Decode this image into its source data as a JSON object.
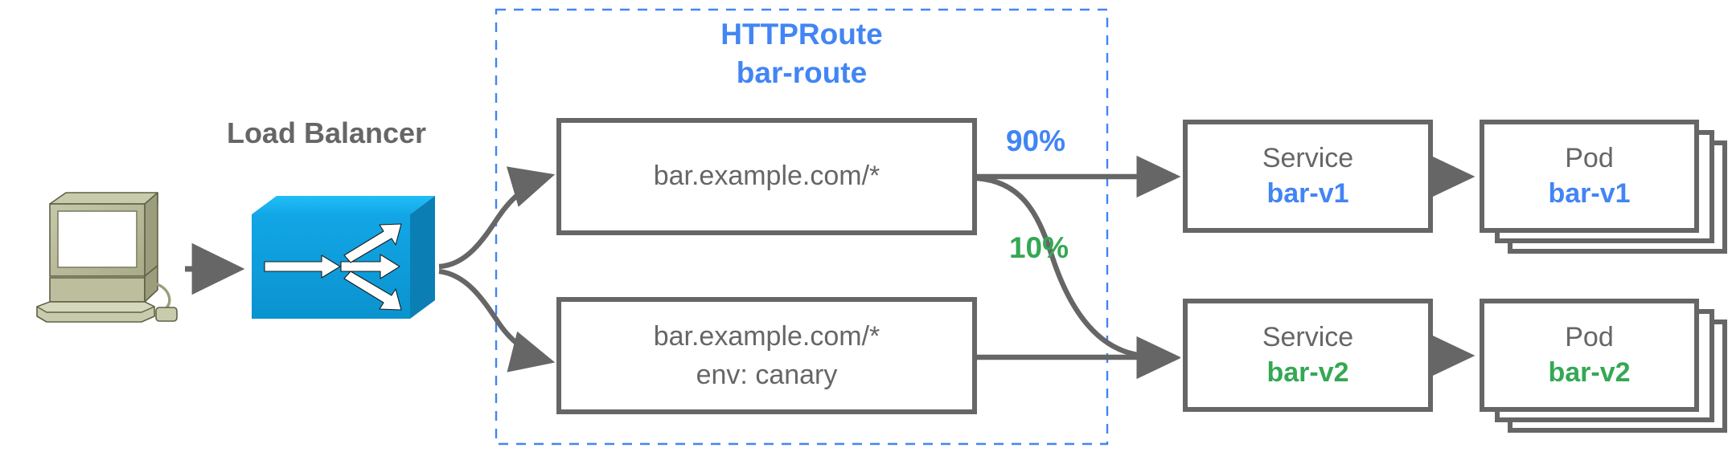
{
  "diagram": {
    "title_group": {
      "line1": "HTTPRoute",
      "line2": "bar-route",
      "color": "#4285f4"
    },
    "load_balancer": {
      "label": "Load Balancer",
      "color": "#666666",
      "icon": "load-balancer-3d-box-icon"
    },
    "client": {
      "icon": "desktop-computer-icon"
    },
    "route_rules": [
      {
        "line1": "bar.example.com/*",
        "line2": ""
      },
      {
        "line1": "bar.example.com/*",
        "line2": "env: canary"
      }
    ],
    "weights": [
      {
        "label": "90%",
        "color": "#4285f4"
      },
      {
        "label": "10%",
        "color": "#34a853"
      }
    ],
    "services": [
      {
        "kind": "Service",
        "name": "bar-v1",
        "color": "#4285f4"
      },
      {
        "kind": "Service",
        "name": "bar-v2",
        "color": "#34a853"
      }
    ],
    "pods": [
      {
        "kind": "Pod",
        "name": "bar-v1",
        "color": "#4285f4",
        "replicas": 3
      },
      {
        "kind": "Pod",
        "name": "bar-v2",
        "color": "#34a853",
        "replicas": 3
      }
    ],
    "colors": {
      "stroke": "#666666",
      "blue": "#4285f4",
      "green": "#34a853",
      "lb_front": "#0c9fdc",
      "lb_top": "#18b4f0",
      "lb_side": "#0b7fb4",
      "pc_body": "#b2b491",
      "pc_light": "#c9cbad",
      "pc_dark": "#8e9070"
    }
  }
}
